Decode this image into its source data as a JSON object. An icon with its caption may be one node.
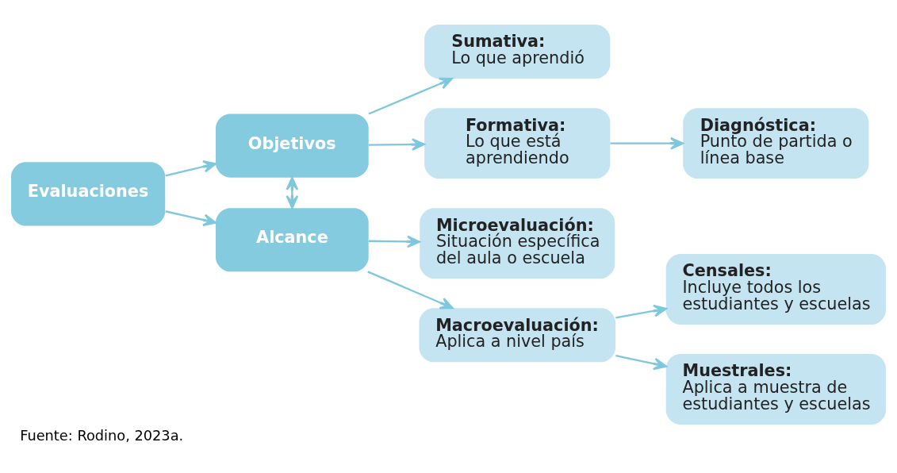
{
  "diagram": {
    "caption": "Fuente: Rodino, 2023a.",
    "nodes": [
      {
        "text": [
          "Evaluaciones"
        ]
      },
      {
        "text": [
          "Objetivos"
        ]
      },
      {
        "text": [
          "Alcance"
        ]
      },
      {
        "text": [
          "Sumativa:",
          "Lo que aprendió"
        ]
      },
      {
        "text": [
          "Formativa:",
          "Lo que está aprendiendo"
        ]
      },
      {
        "text": [
          "Diagnóstica:",
          "Punto de partida o línea base"
        ]
      },
      {
        "text": [
          "Microevaluación:",
          "Situación específica del aula o escuela"
        ]
      },
      {
        "text": [
          "Macroevaluación:",
          "Aplica a nivel país"
        ]
      },
      {
        "text": [
          "Censales:",
          "Incluye todos los estudiantes y escuelas"
        ]
      },
      {
        "text": [
          "Muestrales:",
          "Aplica a muestra de estudiantes y escuelas"
        ]
      }
    ],
    "edges": [
      {
        "from": 0,
        "to": 1,
        "arrow": "to"
      },
      {
        "from": 0,
        "to": 2,
        "arrow": "to"
      },
      {
        "from": 1,
        "to": 2,
        "arrow": "both"
      },
      {
        "from": 1,
        "to": 3,
        "arrow": "to"
      },
      {
        "from": 1,
        "to": 4,
        "arrow": "to"
      },
      {
        "from": 4,
        "to": 5,
        "arrow": "to"
      },
      {
        "from": 2,
        "to": 6,
        "arrow": "to"
      },
      {
        "from": 2,
        "to": 7,
        "arrow": "to"
      },
      {
        "from": 7,
        "to": 8,
        "arrow": "to"
      },
      {
        "from": 7,
        "to": 9,
        "arrow": "to"
      }
    ]
  }
}
